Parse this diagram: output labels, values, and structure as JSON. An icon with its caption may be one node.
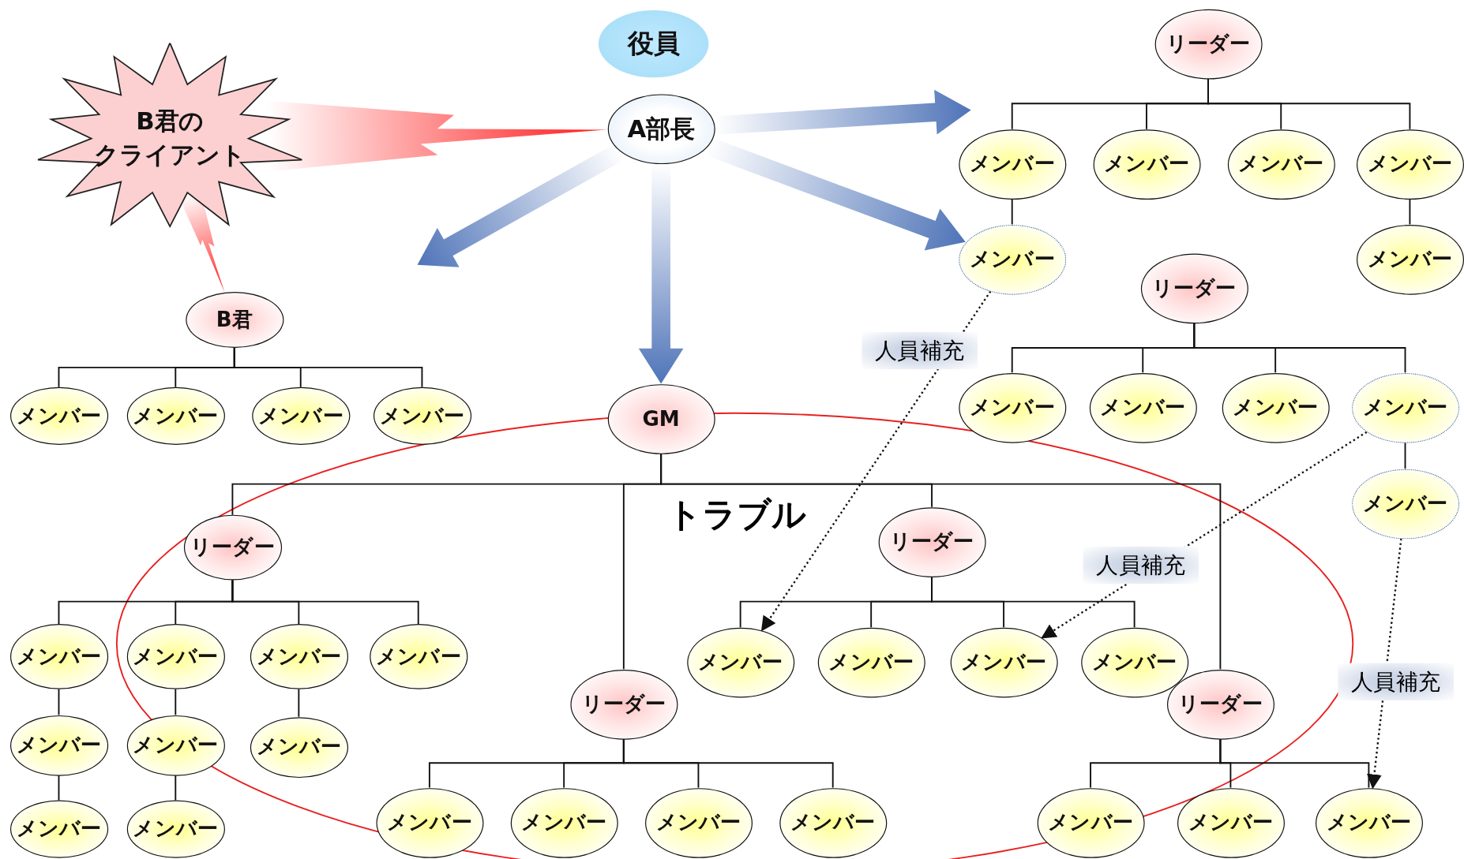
{
  "diagram": {
    "nodes": [
      {
        "text": [
          "役員"
        ]
      },
      {
        "text": [
          "A部長"
        ]
      },
      {
        "text": [
          "B君のクライアント"
        ]
      },
      {
        "text": [
          "B君"
        ]
      },
      {
        "text": [
          "メンバー"
        ]
      },
      {
        "text": [
          "メンバー"
        ]
      },
      {
        "text": [
          "メンバー"
        ]
      },
      {
        "text": [
          "メンバー"
        ]
      },
      {
        "text": [
          "GM"
        ]
      },
      {
        "text": [
          "リーダー"
        ]
      },
      {
        "text": [
          "メンバー"
        ]
      },
      {
        "text": [
          "メンバー"
        ]
      },
      {
        "text": [
          "メンバー"
        ]
      },
      {
        "text": [
          "メンバー"
        ]
      },
      {
        "text": [
          "メンバー"
        ]
      },
      {
        "text": [
          "メンバー"
        ]
      },
      {
        "text": [
          "メンバー"
        ]
      },
      {
        "text": [
          "メンバー"
        ]
      },
      {
        "text": [
          "メンバー"
        ]
      },
      {
        "text": [
          "リーダー"
        ]
      },
      {
        "text": [
          "メンバー"
        ]
      },
      {
        "text": [
          "メンバー"
        ]
      },
      {
        "text": [
          "メンバー"
        ]
      },
      {
        "text": [
          "メンバー"
        ]
      },
      {
        "text": [
          "リーダー"
        ]
      },
      {
        "text": [
          "メンバー"
        ]
      },
      {
        "text": [
          "メンバー"
        ]
      },
      {
        "text": [
          "メンバー"
        ]
      },
      {
        "text": [
          "メンバー"
        ]
      },
      {
        "text": [
          "リーダー"
        ]
      },
      {
        "text": [
          "メンバー"
        ]
      },
      {
        "text": [
          "メンバー"
        ]
      },
      {
        "text": [
          "メンバー"
        ]
      },
      {
        "text": [
          "リーダー"
        ]
      },
      {
        "text": [
          "メンバー"
        ]
      },
      {
        "text": [
          "メンバー"
        ]
      },
      {
        "text": [
          "メンバー"
        ]
      },
      {
        "text": [
          "メンバー"
        ]
      },
      {
        "text": [
          "メンバー"
        ]
      },
      {
        "text": [
          "メンバー"
        ]
      },
      {
        "text": [
          "リーダー"
        ]
      },
      {
        "text": [
          "メンバー"
        ]
      },
      {
        "text": [
          "メンバー"
        ]
      },
      {
        "text": [
          "メンバー"
        ]
      },
      {
        "text": [
          "メンバー"
        ]
      },
      {
        "text": [
          "メンバー"
        ]
      }
    ],
    "edges": [
      {
        "from": 2,
        "to": 1,
        "arrow": "to",
        "style": "thick",
        "color": "#ff1a1a"
      },
      {
        "from": 2,
        "to": 3,
        "arrow": "to",
        "style": "thick",
        "color": "#ff1a1a"
      },
      {
        "from": 1,
        "to": null,
        "arrow": "to",
        "style": "thick",
        "color": "#4f74b8"
      },
      {
        "from": 1,
        "to": 8,
        "arrow": "to",
        "style": "thick",
        "color": "#4f74b8"
      },
      {
        "from": 1,
        "to": 38,
        "arrow": "to",
        "style": "thick",
        "color": "#4f74b8"
      },
      {
        "from": 1,
        "to": null,
        "arrow": "to",
        "style": "thick",
        "color": "#4f74b8"
      },
      {
        "from": 3,
        "to": 4,
        "arrow": "none"
      },
      {
        "from": 3,
        "to": 5,
        "arrow": "none"
      },
      {
        "from": 3,
        "to": 6,
        "arrow": "none"
      },
      {
        "from": 3,
        "to": 7,
        "arrow": "none"
      },
      {
        "from": 8,
        "to": 9,
        "arrow": "none"
      },
      {
        "from": 8,
        "to": 19,
        "arrow": "none"
      },
      {
        "from": 8,
        "to": 24,
        "arrow": "none"
      },
      {
        "from": 8,
        "to": 29,
        "arrow": "none"
      },
      {
        "from": 9,
        "to": 10,
        "arrow": "none"
      },
      {
        "from": 9,
        "to": 11,
        "arrow": "none"
      },
      {
        "from": 9,
        "to": 12,
        "arrow": "none"
      },
      {
        "from": 9,
        "to": 13,
        "arrow": "none"
      },
      {
        "from": 10,
        "to": 14,
        "arrow": "none"
      },
      {
        "from": 14,
        "to": 15,
        "arrow": "none"
      },
      {
        "from": 11,
        "to": 16,
        "arrow": "none"
      },
      {
        "from": 16,
        "to": 17,
        "arrow": "none"
      },
      {
        "from": 12,
        "to": 18,
        "arrow": "none"
      },
      {
        "from": 19,
        "to": 20,
        "arrow": "none"
      },
      {
        "from": 19,
        "to": 21,
        "arrow": "none"
      },
      {
        "from": 19,
        "to": 22,
        "arrow": "none"
      },
      {
        "from": 19,
        "to": 23,
        "arrow": "none"
      },
      {
        "from": 24,
        "to": 25,
        "arrow": "none"
      },
      {
        "from": 24,
        "to": 26,
        "arrow": "none"
      },
      {
        "from": 24,
        "to": 27,
        "arrow": "none"
      },
      {
        "from": 24,
        "to": 28,
        "arrow": "none"
      },
      {
        "from": 29,
        "to": 30,
        "arrow": "none"
      },
      {
        "from": 29,
        "to": 31,
        "arrow": "none"
      },
      {
        "from": 29,
        "to": 32,
        "arrow": "none"
      },
      {
        "from": 33,
        "to": 34,
        "arrow": "none"
      },
      {
        "from": 33,
        "to": 35,
        "arrow": "none"
      },
      {
        "from": 33,
        "to": 36,
        "arrow": "none"
      },
      {
        "from": 33,
        "to": 37,
        "arrow": "none"
      },
      {
        "from": 34,
        "to": 38,
        "arrow": "none"
      },
      {
        "from": 37,
        "to": 39,
        "arrow": "none"
      },
      {
        "from": 40,
        "to": 41,
        "arrow": "none"
      },
      {
        "from": 40,
        "to": 42,
        "arrow": "none"
      },
      {
        "from": 40,
        "to": 43,
        "arrow": "none"
      },
      {
        "from": 40,
        "to": 44,
        "arrow": "none"
      },
      {
        "from": 44,
        "to": 45,
        "arrow": "none"
      },
      {
        "from": 38,
        "to": 25,
        "arrow": "to",
        "style": "dashed",
        "label": "人員補充"
      },
      {
        "from": 44,
        "to": 27,
        "arrow": "to",
        "style": "dashed",
        "label": "人員補充"
      },
      {
        "from": 45,
        "to": 32,
        "arrow": "to",
        "style": "dashed",
        "label": "人員補充"
      }
    ],
    "labels": [
      "トラブル"
    ]
  }
}
